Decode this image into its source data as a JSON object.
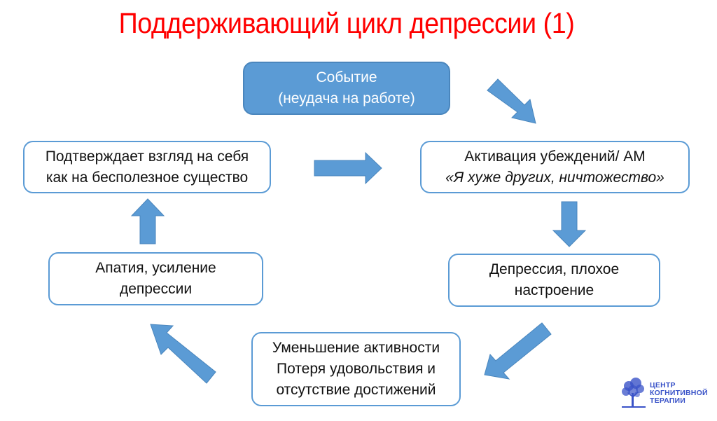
{
  "title": "Поддерживающий цикл депрессии (1)",
  "colors": {
    "title": "#ff0000",
    "accent": "#5b9bd5",
    "logo": "#3a53c8"
  },
  "nodes": {
    "event": {
      "line1": "Событие",
      "line2": "(неудача на работе)"
    },
    "activation": {
      "line1": "Активация убеждений/ АМ",
      "line2": "«Я хуже других, ничтожество»"
    },
    "depression": {
      "line1": "Депрессия, плохое",
      "line2": "настроение"
    },
    "reduction": {
      "line1": "Уменьшение активности",
      "line2": "Потеря удовольствия и",
      "line3": "отсутствие достижений"
    },
    "apathy": {
      "line1": "Апатия, усиление",
      "line2": "депрессии"
    },
    "confirms": {
      "line1": "Подтверждает взгляд на себя",
      "line2": "как на бесполезное существо"
    }
  },
  "arrows": [
    {
      "from": "event",
      "to": "activation",
      "icon": "arrow-down-right-icon"
    },
    {
      "from": "activation",
      "to": "depression",
      "icon": "arrow-down-icon"
    },
    {
      "from": "depression",
      "to": "reduction",
      "icon": "arrow-down-left-icon"
    },
    {
      "from": "reduction",
      "to": "apathy",
      "icon": "arrow-up-left-icon"
    },
    {
      "from": "apathy",
      "to": "confirms",
      "icon": "arrow-up-icon"
    },
    {
      "from": "confirms",
      "to": "activation",
      "icon": "arrow-right-icon"
    }
  ],
  "logo": {
    "line1": "ЦЕНТР",
    "line2": "КОГНИТИВНОЙ",
    "line3": "ТЕРАПИИ",
    "icon": "tree-icon"
  }
}
